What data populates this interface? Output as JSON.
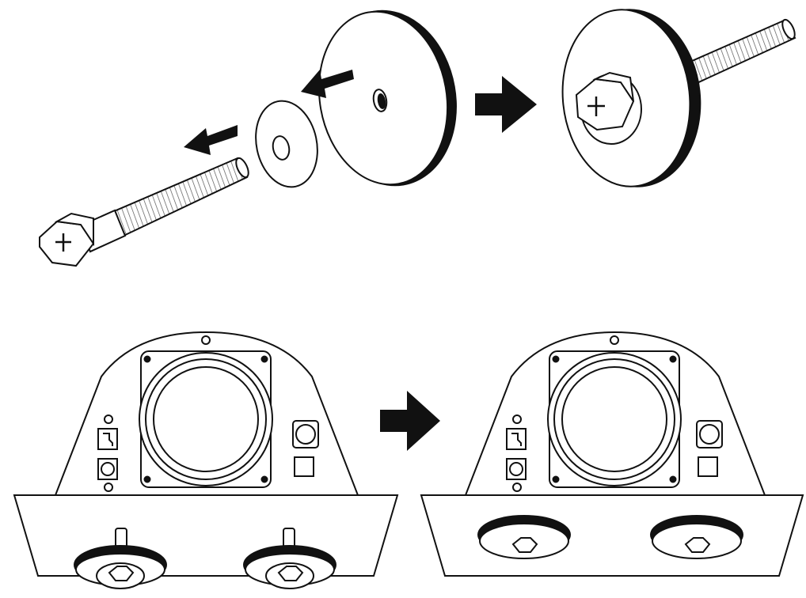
{
  "diagram": {
    "panels": [
      {
        "id": "bolt-exploded",
        "parts": [
          "hex-bolt",
          "small-washer",
          "large-disc-washer"
        ]
      },
      {
        "id": "bolt-assembled",
        "parts": [
          "hex-bolt",
          "small-washer",
          "large-disc-washer"
        ]
      },
      {
        "id": "cabinet-before",
        "parts": [
          "speaker-cabinet",
          "two-bolts-with-discs"
        ]
      },
      {
        "id": "cabinet-after",
        "parts": [
          "speaker-cabinet",
          "two-discs-tightened"
        ]
      }
    ],
    "arrows": [
      "arrow-left-small",
      "arrow-left-disc",
      "arrow-right-top",
      "arrow-right-bottom"
    ],
    "colors": {
      "line": "#111111",
      "fill": "#ffffff",
      "thread": "#666666"
    }
  }
}
